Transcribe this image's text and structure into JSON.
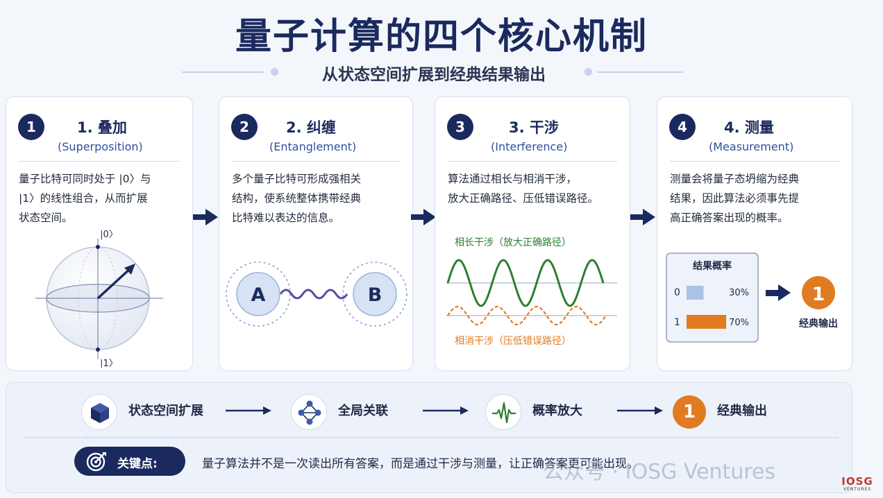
{
  "header": {
    "title": "量子计算的四个核心机制",
    "subtitle": "从状态空间扩展到经典结果输出"
  },
  "cards": [
    {
      "num": "1",
      "title": "1. 叠加",
      "subtitle": "(Superposition)",
      "desc": [
        "量子比特可同时处于 |0〉与",
        "|1〉的线性组合，从而扩展",
        "状态空间。"
      ],
      "sphere": {
        "top_label": "|0〉",
        "bottom_label": "|1〉"
      }
    },
    {
      "num": "2",
      "title": "2. 纠缠",
      "subtitle": "(Entanglement)",
      "desc": [
        "多个量子比特可形成强相关",
        "结构，使系统整体携带经典",
        "比特难以表达的信息。"
      ],
      "nodes": [
        "A",
        "B"
      ]
    },
    {
      "num": "3",
      "title": "3. 干涉",
      "subtitle": "(Interference)",
      "desc": [
        "算法通过相长与相消干涉，",
        "放大正确路径、压低错误路径。"
      ],
      "waves": {
        "constructive": "相长干涉（放大正确路径）",
        "destructive": "相消干涉（压低错误路径）"
      }
    },
    {
      "num": "4",
      "title": "4. 测量",
      "subtitle": "(Measurement)",
      "desc": [
        "测量会将量子态坍缩为经典",
        "结果，因此算法必须事先提",
        "高正确答案出现的概率。"
      ],
      "prob": {
        "title": "结果概率",
        "rows": [
          {
            "label": "0",
            "value": 30,
            "text": "30%"
          },
          {
            "label": "1",
            "value": 70,
            "text": "70%"
          }
        ],
        "result": "1",
        "result_label": "经典输出"
      }
    }
  ],
  "flow": {
    "steps": [
      {
        "label": "状态空间扩展",
        "icon": "cube-icon"
      },
      {
        "label": "全局关联",
        "icon": "network-icon"
      },
      {
        "label": "概率放大",
        "icon": "waveform-icon"
      },
      {
        "label": "经典输出",
        "icon": "number-badge",
        "badge": "1"
      }
    ]
  },
  "key_point": {
    "label": "关键点:",
    "text": "量子算法并不是一次读出所有答案，而是通过干涉与测量，让正确答案更可能出现。"
  },
  "watermark": "公众号 · IOSG Ventures",
  "logo": {
    "main": "IOSG",
    "sub": "VENTURES"
  },
  "colors": {
    "navy": "#1b2a5e",
    "green": "#2e7d32",
    "orange": "#e07b22",
    "light_blue": "#a9c2e6",
    "node_fill": "#d7e2f4"
  }
}
